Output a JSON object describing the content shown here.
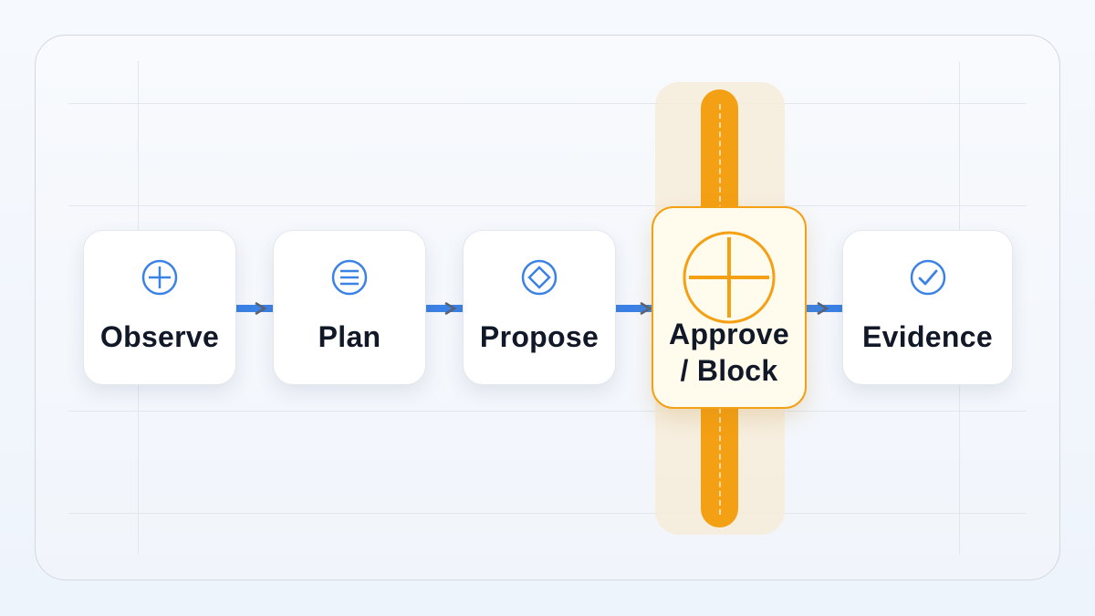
{
  "steps": [
    {
      "label": "Observe",
      "icon": "circle-plus-icon"
    },
    {
      "label": "Plan",
      "icon": "circle-lines-icon"
    },
    {
      "label": "Propose",
      "icon": "circle-diamond-icon"
    },
    {
      "label": "Approve",
      "label2": "/ Block",
      "icon": "circle-plus-icon"
    },
    {
      "label": "Evidence",
      "icon": "circle-check-icon"
    }
  ],
  "colors": {
    "accent_blue": "#3b82e6",
    "gate_orange": "#f4a014",
    "text_dark": "#111827"
  }
}
